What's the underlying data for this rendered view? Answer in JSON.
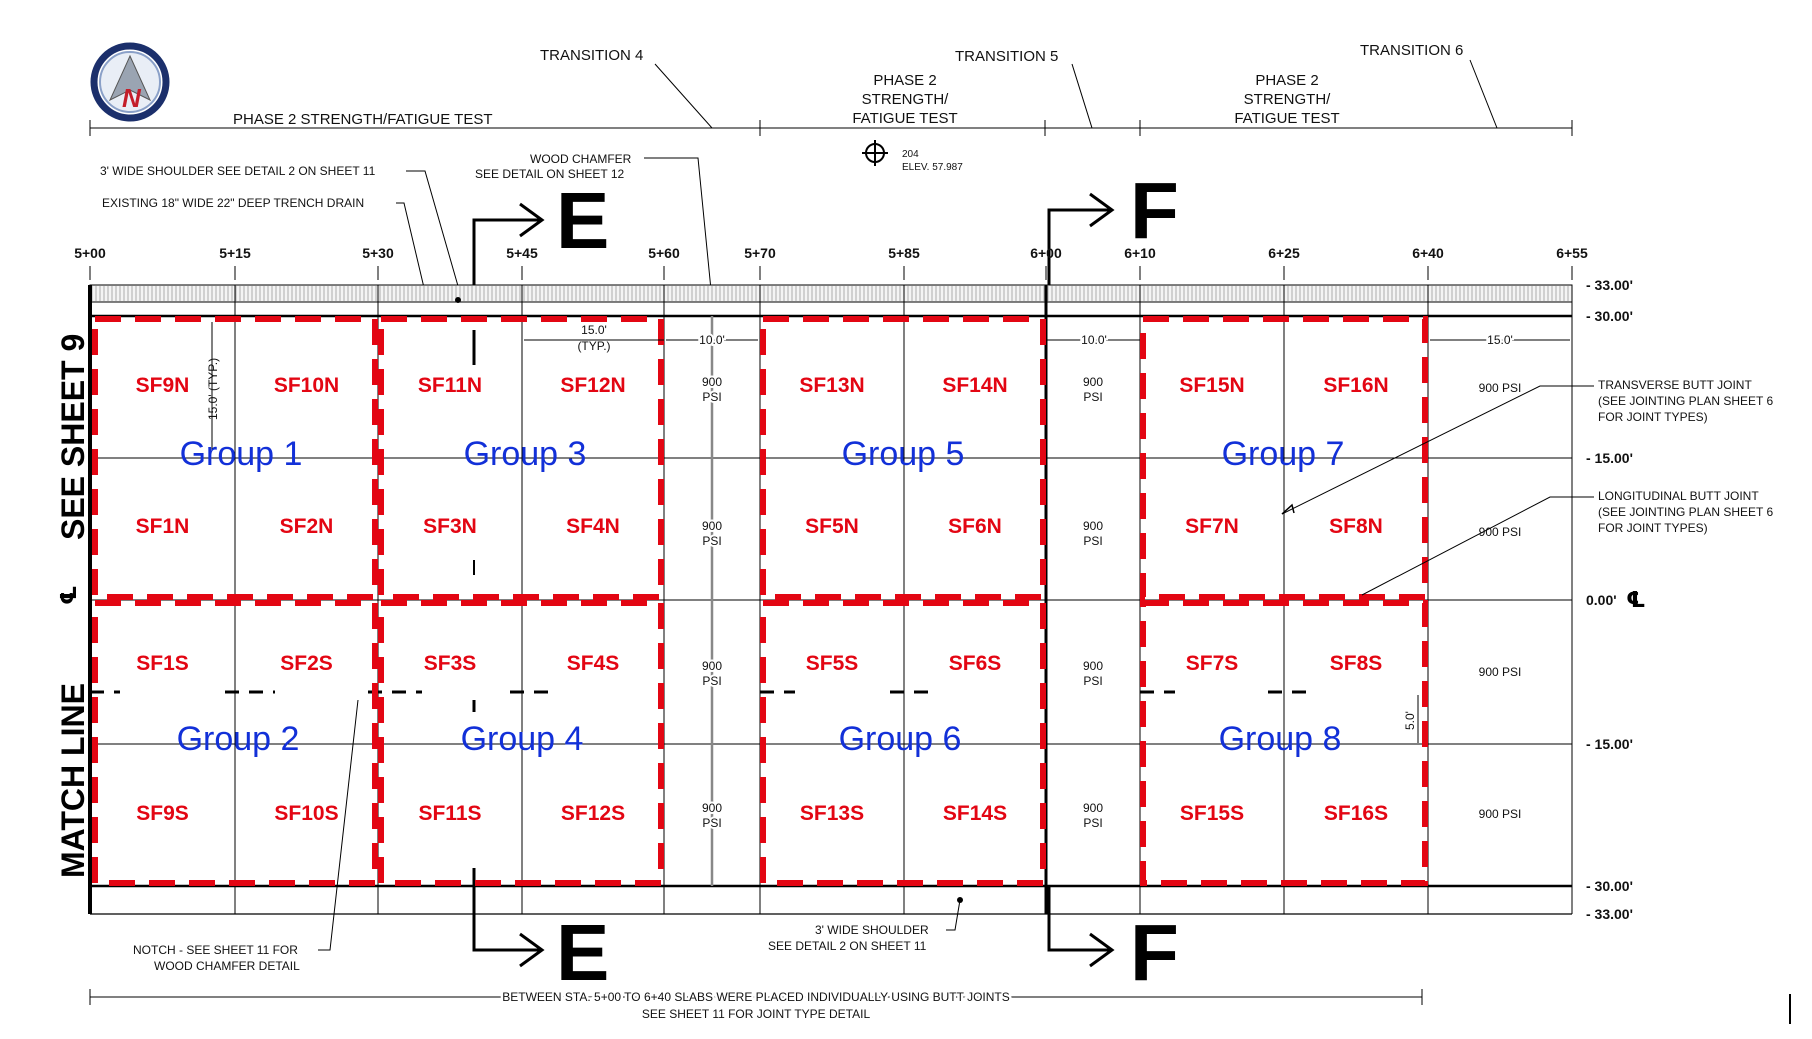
{
  "header": {
    "phase2_left": "PHASE 2 STRENGTH/FATIGUE TEST",
    "transition4": "TRANSITION 4",
    "transition5": "TRANSITION 5",
    "transition6": "TRANSITION 6",
    "phase2_mid": [
      "PHASE 2",
      "STRENGTH/",
      "FATIGUE TEST"
    ],
    "phase2_right": [
      "PHASE 2",
      "STRENGTH/",
      "FATIGUE TEST"
    ],
    "benchmark": [
      "204",
      "ELEV. 57.987"
    ]
  },
  "notes": {
    "shoulder_top": "3' WIDE SHOULDER SEE DETAIL 2 ON SHEET 11",
    "trench_drain": "EXISTING 18\" WIDE 22\" DEEP TRENCH DRAIN",
    "wood_chamfer": [
      "WOOD CHAMFER",
      "SEE DETAIL ON SHEET 12"
    ],
    "transverse": [
      "TRANSVERSE BUTT JOINT",
      "(SEE JOINTING PLAN SHEET 6",
      "FOR JOINT TYPES)"
    ],
    "longitudinal": [
      "LONGITUDINAL BUTT JOINT",
      "(SEE JOINTING PLAN SHEET 6",
      "FOR JOINT TYPES)"
    ],
    "notch": [
      "NOTCH - SEE SHEET 11 FOR",
      "WOOD CHAMFER DETAIL"
    ],
    "shoulder_bottom": [
      "3' WIDE SHOULDER",
      "SEE DETAIL 2 ON SHEET 11"
    ],
    "between": [
      "BETWEEN STA. 5+00 TO 6+40 SLABS WERE PLACED INDIVIDUALLY USING BUTT JOINTS",
      "SEE SHEET 11 FOR JOINT TYPE DETAIL"
    ]
  },
  "sections": {
    "e": "E",
    "f": "F"
  },
  "stations": [
    "5+00",
    "5+15",
    "5+30",
    "5+45",
    "5+60",
    "5+70",
    "5+85",
    "6+00",
    "6+10",
    "6+25",
    "6+40",
    "6+55"
  ],
  "offsets": [
    "33.00'",
    "30.00'",
    "15.00'",
    "0.00'",
    "15.00'",
    "30.00'",
    "33.00'"
  ],
  "dims": {
    "typ15_top": [
      "15.0'",
      "(TYP.)"
    ],
    "typ15_side": "15.0' (TYP.)",
    "d10a": "10.0'",
    "d10b": "10.0'",
    "d15": "15.0'",
    "d5": "5.0'"
  },
  "match_line": "MATCH LINE",
  "see_sheet": "SEE SHEET 9",
  "cl": "℄",
  "slabs": {
    "north_top": [
      "SF9N",
      "SF10N",
      "SF11N",
      "SF12N",
      "SF13N",
      "SF14N",
      "SF15N",
      "SF16N"
    ],
    "north_bot": [
      "SF1N",
      "SF2N",
      "SF3N",
      "SF4N",
      "SF5N",
      "SF6N",
      "SF7N",
      "SF8N"
    ],
    "south_top": [
      "SF1S",
      "SF2S",
      "SF3S",
      "SF4S",
      "SF5S",
      "SF6S",
      "SF7S",
      "SF8S"
    ],
    "south_bot": [
      "SF9S",
      "SF10S",
      "SF11S",
      "SF12S",
      "SF13S",
      "SF14S",
      "SF15S",
      "SF16S"
    ]
  },
  "groups": [
    "Group 1",
    "Group 3",
    "Group 5",
    "Group 7",
    "Group 2",
    "Group 4",
    "Group 6",
    "Group 8"
  ],
  "psi": {
    "value": "900",
    "unit": "PSI",
    "full": "900 PSI"
  },
  "colors": {
    "slab_label": "#e30613",
    "group_label": "#1230d8",
    "group_outline": "#e30613"
  },
  "north_arrow_letter": "N"
}
